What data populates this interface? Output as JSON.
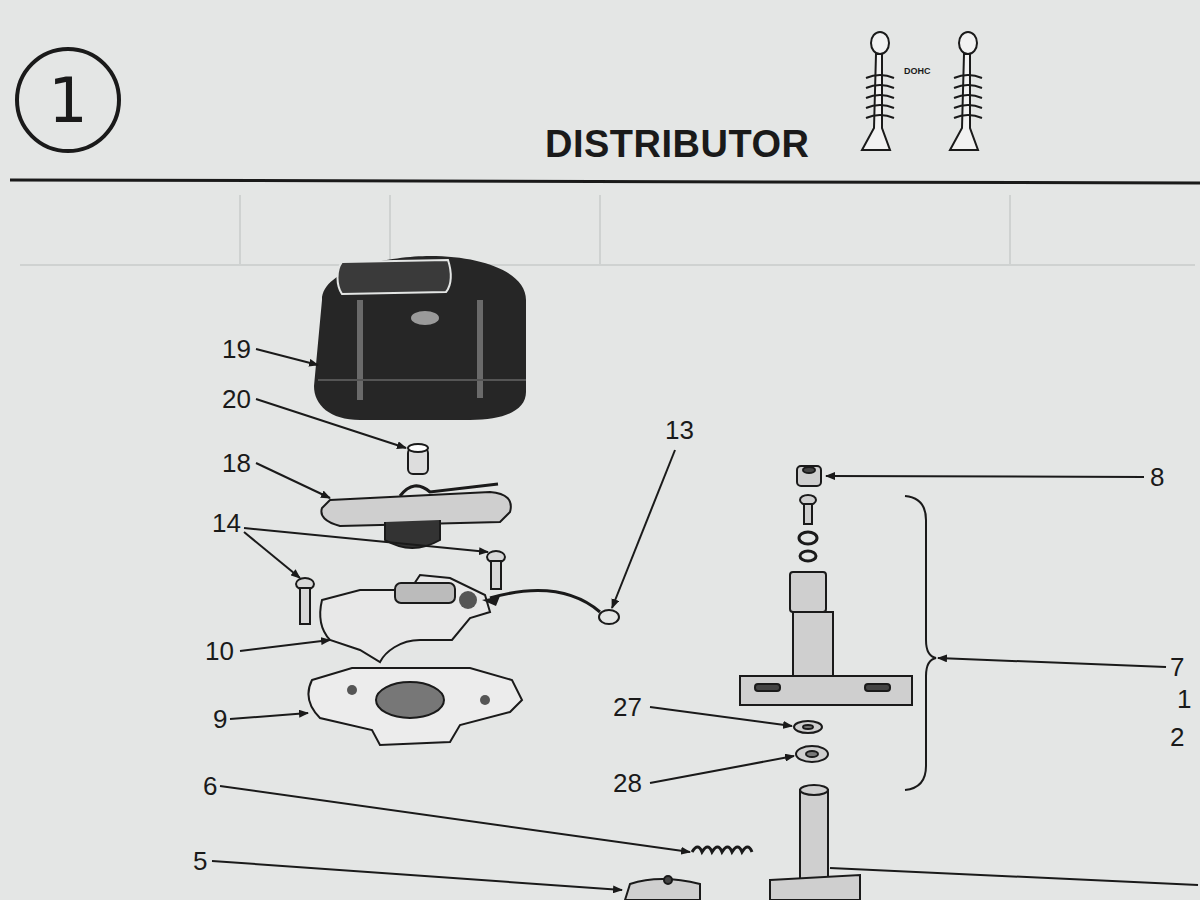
{
  "diagram": {
    "title": "DISTRIBUTOR",
    "nodes": [
      {
        "text": [
          "1"
        ]
      }
    ],
    "labels": [
      "DOHC",
      "19",
      "20",
      "18",
      "14",
      "13",
      "10",
      "9",
      "6",
      "5",
      "8",
      "7",
      "1",
      "2",
      "27",
      "28"
    ]
  }
}
